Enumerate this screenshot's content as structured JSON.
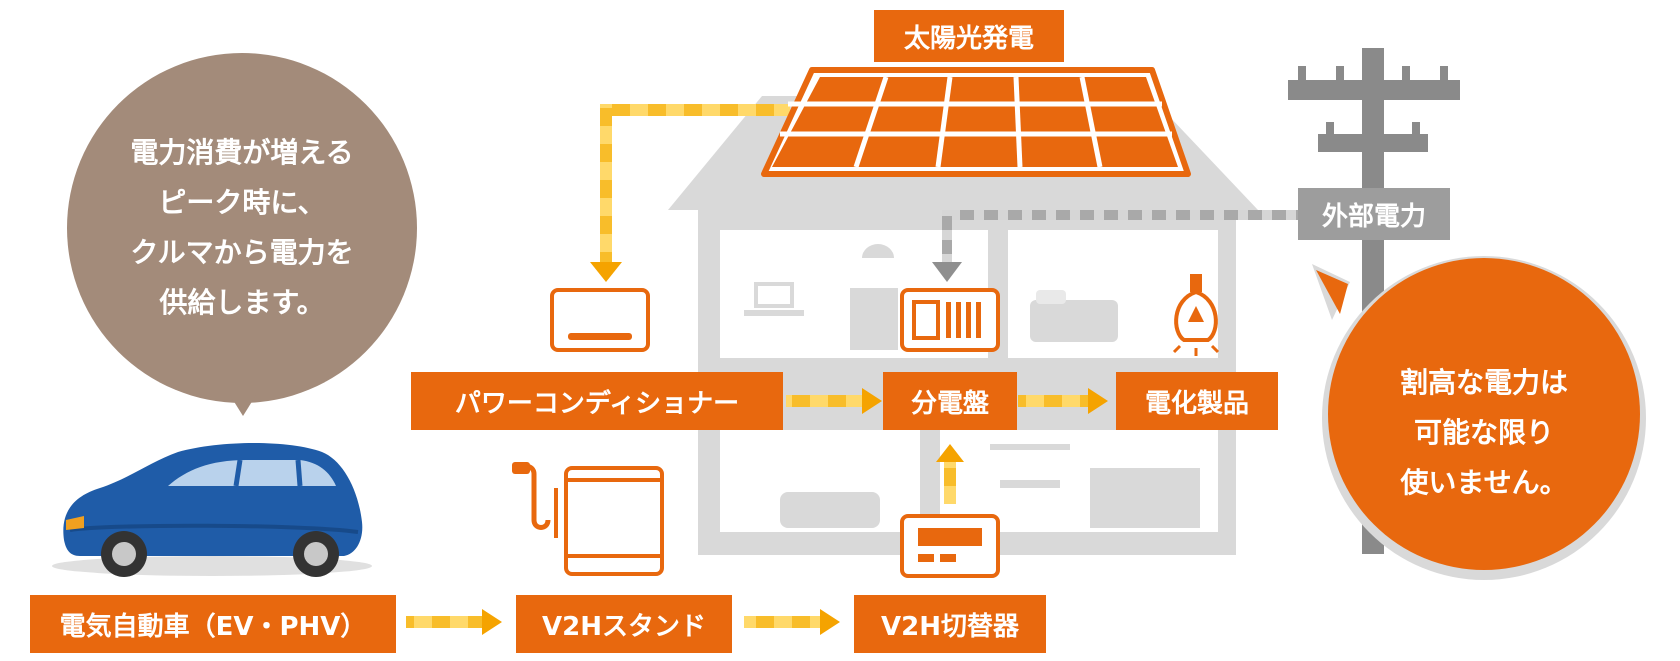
{
  "labels": {
    "solar": "太陽光発電",
    "external_power": "外部電力",
    "power_conditioner": "パワーコンディショナー",
    "distribution_board": "分電盤",
    "appliances": "電化製品",
    "ev": "電気自動車（EV・PHV）",
    "v2h_stand": "V2Hスタンド",
    "v2h_switch": "V2H切替器"
  },
  "left_bubble": {
    "lines": [
      "電力消費が増える",
      "ピーク時に、",
      "クルマから電力を",
      "供給します。"
    ]
  },
  "right_bubble": {
    "lines": [
      "割高な電力は",
      "可能な限り",
      "使いません。"
    ]
  },
  "colors": {
    "accent": "#e8680e",
    "flow_yellow": "#f8bd2a",
    "left_bubble": "#a38b7a",
    "grey_label": "#9d9d9d",
    "house": "#d9d9d9",
    "car": "#1f5ca8"
  },
  "icons": [
    "solar-panel-icon",
    "power-pole-icon",
    "power-conditioner-icon",
    "distribution-board-icon",
    "light-bulb-icon",
    "ev-car-icon",
    "v2h-stand-icon",
    "v2h-switch-icon"
  ]
}
